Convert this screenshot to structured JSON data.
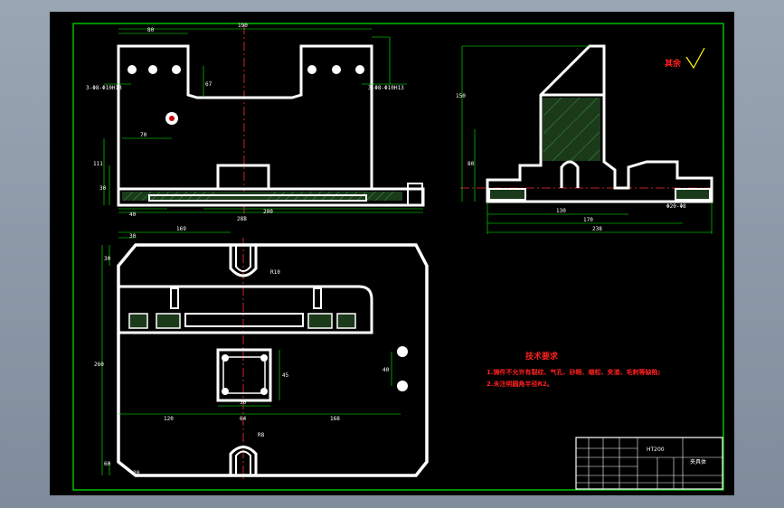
{
  "drawing": {
    "background_color": "#000000",
    "frame_color": "#00c000",
    "part_color": "#ffffff",
    "dimension_color": "#00ff00",
    "centerline_color": "#ff3030",
    "note_color": "#ff2020"
  },
  "front_view": {
    "dims": {
      "top_left": "80",
      "top_total": "190",
      "left_height": "111",
      "hole_offset": "70",
      "base_height": "30",
      "base_left": "40",
      "bottom_total": "288",
      "bottom_right": "200",
      "slot_depth": "67"
    },
    "hole_callout_left": "3-Φ8-Φ10H13",
    "hole_callout_right": "3-Φ8-Φ10H13"
  },
  "side_view": {
    "dims": {
      "height": "150",
      "inner_height": "80",
      "width_inner": "130",
      "width_mid": "170",
      "width_total": "238"
    },
    "callout": "Φ20-Φ8"
  },
  "top_view": {
    "dims": {
      "top_left": "30",
      "top_width": "169",
      "left_small": "30",
      "total_height": "260",
      "bottom_left": "60",
      "mid_left": "120",
      "mid_center": "64",
      "mid_right": "168",
      "rect_w": "50",
      "rect_h": "45",
      "hole_pitch": "40",
      "top_radius": "R10",
      "bottom_radius": "R8",
      "corner_left": "20"
    }
  },
  "roughness": {
    "label": "其余",
    "symbol": "check-symbol"
  },
  "tech_requirements": {
    "title": "技术要求",
    "items": [
      "1.铸件不允许有裂纹、气孔、砂眼、缩松、夹渣、毛刺等缺陷;",
      "2.未注明圆角半径R2。"
    ]
  },
  "title_block": {
    "material": "HT200",
    "part_name": "夹具体",
    "small_cells": [
      "",
      "",
      "",
      "",
      "",
      "",
      "",
      "",
      "",
      ""
    ]
  }
}
